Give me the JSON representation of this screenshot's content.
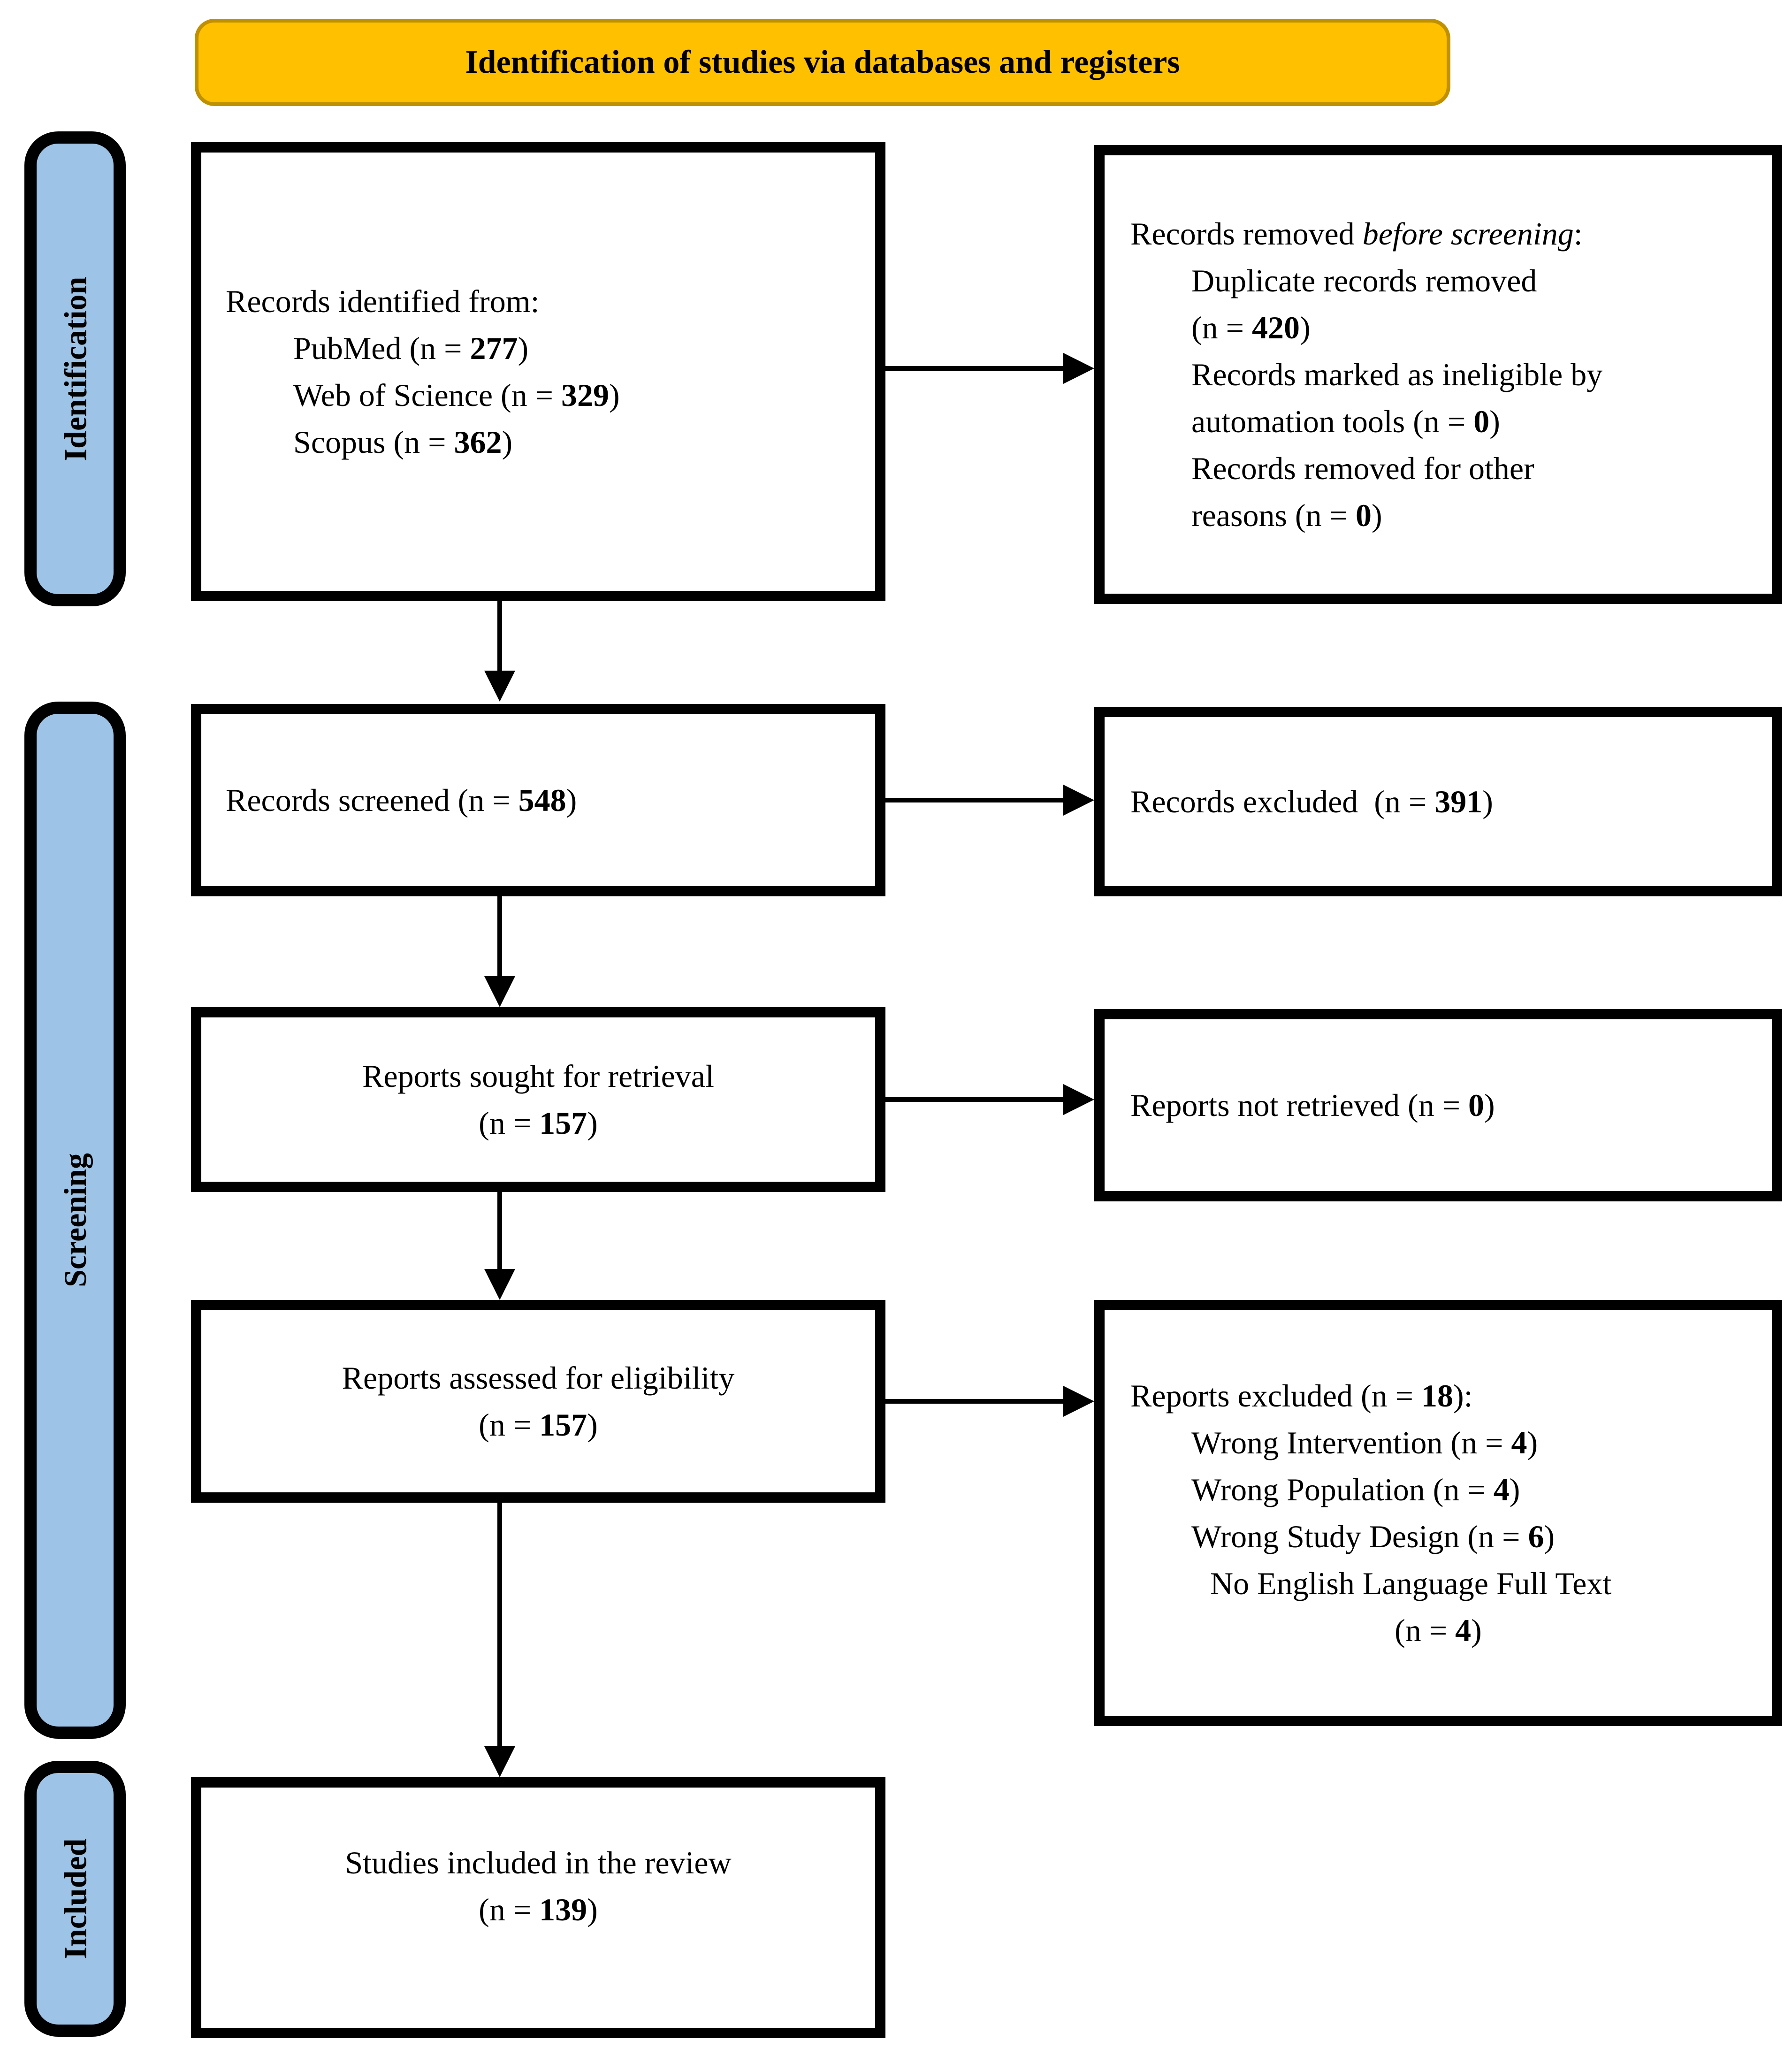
{
  "banner": {
    "title": "Identification of studies via databases and registers"
  },
  "sidebar": {
    "stages": [
      "Identification",
      "Screening",
      "Included"
    ]
  },
  "colors": {
    "banner_fill": "#FFC000",
    "banner_border": "#BF9000",
    "stage_fill": "#9DC3E6",
    "stage_border": "#000000",
    "box_border": "#000000",
    "arrow": "#000000",
    "text": "#000000"
  },
  "boxes": {
    "records_identified": {
      "title": "Records identified from:",
      "sources": [
        {
          "pre": "PubMed (n = ",
          "n": "277",
          "post": ")"
        },
        {
          "pre": "Web of Science (n = ",
          "n": "329",
          "post": ")"
        },
        {
          "pre": "Scopus (n = ",
          "n": "362",
          "post": ")"
        }
      ]
    },
    "records_removed": {
      "title_pre": "Records removed ",
      "title_italic": "before screening",
      "title_post": ":",
      "lines": [
        {
          "pre": "Duplicate records removed",
          "n": "",
          "post": ""
        },
        {
          "pre": "(n = ",
          "n": "420",
          "post": ")"
        },
        {
          "pre": "Records marked as ineligible by",
          "n": "",
          "post": ""
        },
        {
          "pre": "automation tools (n = ",
          "n": "0",
          "post": ")"
        },
        {
          "pre": "Records removed for other",
          "n": "",
          "post": ""
        },
        {
          "pre": "reasons (n = ",
          "n": "0",
          "post": ")"
        }
      ]
    },
    "records_screened": {
      "pre": "Records screened (n = ",
      "n": "548",
      "post": ")"
    },
    "records_excluded": {
      "pre": "Records excluded  (n = ",
      "n": "391",
      "post": ")"
    },
    "reports_sought": {
      "line1": "Reports sought for retrieval",
      "pre": "(n = ",
      "n": "157",
      "post": ")"
    },
    "reports_not_retrieved": {
      "pre": "Reports not retrieved (n = ",
      "n": "0",
      "post": ")"
    },
    "reports_assessed": {
      "line1": "Reports assessed for eligibility",
      "pre": "(n = ",
      "n": "157",
      "post": ")"
    },
    "reports_excluded": {
      "title_pre": "Reports excluded (n = ",
      "title_n": "18",
      "title_post": "):",
      "reasons": [
        {
          "pre": "Wrong Intervention (n = ",
          "n": "4",
          "post": ")"
        },
        {
          "pre": "Wrong Population (n = ",
          "n": "4",
          "post": ")"
        },
        {
          "pre": "Wrong Study Design (n = ",
          "n": "6",
          "post": ")"
        }
      ],
      "last_reason": "No English Language Full Text",
      "last_pre": "(n = ",
      "last_n": "4",
      "last_post": ")"
    },
    "studies_included": {
      "line1": "Studies included in the review",
      "pre": "(n = ",
      "n": "139",
      "post": ")"
    }
  }
}
